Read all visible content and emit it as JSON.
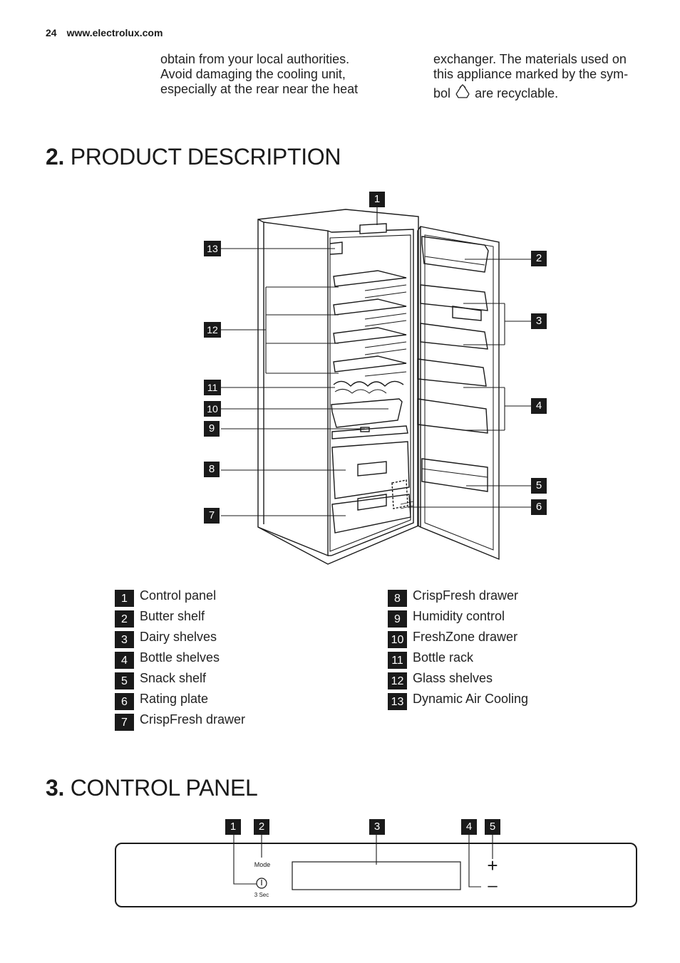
{
  "header": {
    "page_number": "24",
    "website": "www.electrolux.com"
  },
  "intro": {
    "col1": [
      "obtain from your local authorities.",
      "Avoid damaging the cooling unit,",
      "especially at the rear near the heat"
    ],
    "col2_line1": "exchanger. The materials used on",
    "col2_line2": "this appliance marked by the sym-",
    "col2_line3_pre": "bol",
    "col2_line3_post": "are recyclable."
  },
  "section2": {
    "number": "2.",
    "title": "PRODUCT DESCRIPTION"
  },
  "section3": {
    "number": "3.",
    "title": "CONTROL PANEL"
  },
  "diagram_callouts": [
    "1",
    "2",
    "3",
    "4",
    "5",
    "6",
    "7",
    "8",
    "9",
    "10",
    "11",
    "12",
    "13"
  ],
  "legend_left": [
    {
      "num": "1",
      "label": "Control panel"
    },
    {
      "num": "2",
      "label": "Butter shelf"
    },
    {
      "num": "3",
      "label": "Dairy shelves"
    },
    {
      "num": "4",
      "label": "Bottle shelves"
    },
    {
      "num": "5",
      "label": "Snack shelf"
    },
    {
      "num": "6",
      "label": "Rating plate"
    },
    {
      "num": "7",
      "label": "CrispFresh drawer"
    }
  ],
  "legend_right": [
    {
      "num": "8",
      "label": "CrispFresh drawer"
    },
    {
      "num": "9",
      "label": "Humidity control"
    },
    {
      "num": "10",
      "label": "FreshZone drawer"
    },
    {
      "num": "11",
      "label": "Bottle rack"
    },
    {
      "num": "12",
      "label": "Glass shelves"
    },
    {
      "num": "13",
      "label": "Dynamic Air Cooling"
    }
  ],
  "control_panel": {
    "callouts": [
      "1",
      "2",
      "3",
      "4",
      "5"
    ],
    "mode_label": "Mode",
    "sec_label": "3 Sec",
    "plus": "+",
    "minus": "–"
  }
}
